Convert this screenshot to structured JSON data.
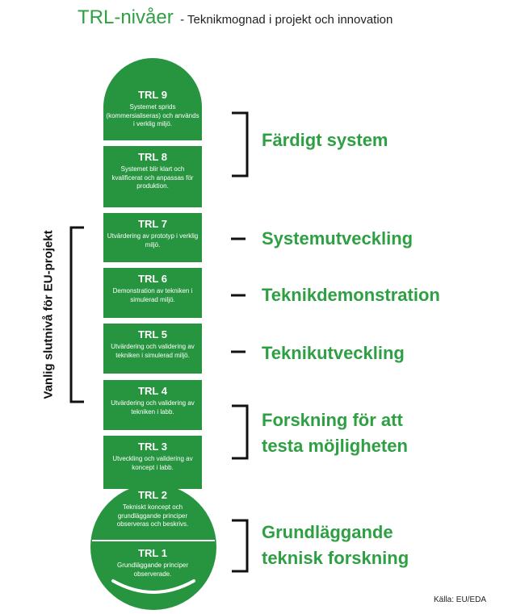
{
  "header": {
    "title": "TRL-nivåer",
    "subtitle": "- Teknikmognad i projekt och innovation"
  },
  "levels": [
    {
      "label": "TRL 9",
      "desc": "Systemet sprids (kommersialiseras) och används i verklig miljö."
    },
    {
      "label": "TRL 8",
      "desc": "Systemet blir klart och kvalificerat och anpassas för produktion."
    },
    {
      "label": "TRL 7",
      "desc": "Utvärdering av prototyp i verklig miljö."
    },
    {
      "label": "TRL 6",
      "desc": "Demonstration av tekniken i simulerad miljö."
    },
    {
      "label": "TRL 5",
      "desc": "Utvärdering och validering av tekniken i simulerad miljö."
    },
    {
      "label": "TRL 4",
      "desc": "Utvärdering och validering av tekniken i labb."
    },
    {
      "label": "TRL 3",
      "desc": "Utveckling och validering av koncept i labb."
    },
    {
      "label": "TRL 2",
      "desc": "Tekniskt koncept och grundläggande principer observeras och beskrivs."
    },
    {
      "label": "TRL 1",
      "desc": "Grundläggande principer observerade."
    }
  ],
  "stages": {
    "fardigt": "Färdigt system",
    "system": "Systemutveckling",
    "demo": "Teknikdemonstration",
    "utv": "Teknikutveckling",
    "forskning_1": "Forskning för att",
    "forskning_2": "testa möjligheten",
    "grund_1": "Grundläggande",
    "grund_2": "teknisk forskning"
  },
  "side_label": "Vanlig slutnivå för EU-projekt",
  "source": "Källa: EU/EDA",
  "colors": {
    "green": "#27943f",
    "stage_text": "#2ea043"
  }
}
